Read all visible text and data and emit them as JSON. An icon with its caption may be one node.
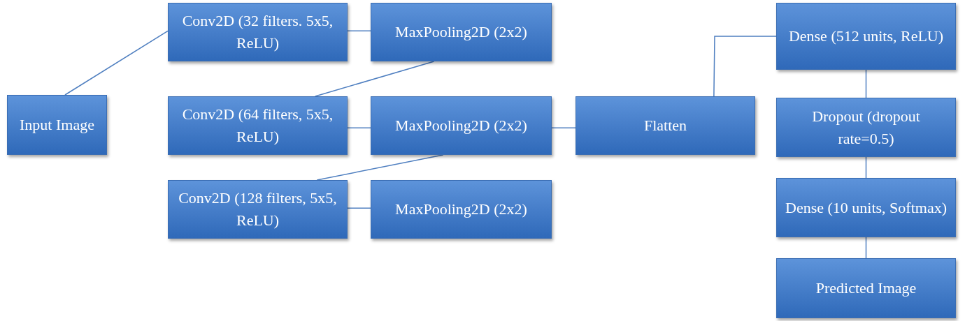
{
  "diagram": {
    "nodes": [
      {
        "text": [
          "Input Image"
        ]
      },
      {
        "text": [
          "Conv2D (32 filters. 5x5, ReLU)"
        ]
      },
      {
        "text": [
          "MaxPooling2D (2x2)"
        ]
      },
      {
        "text": [
          "Conv2D (64 filters, 5x5, ReLU)"
        ]
      },
      {
        "text": [
          "MaxPooling2D (2x2)"
        ]
      },
      {
        "text": [
          "Conv2D (128 filters, 5x5, ReLU)"
        ]
      },
      {
        "text": [
          "MaxPooling2D (2x2)"
        ]
      },
      {
        "text": [
          "Flatten"
        ]
      },
      {
        "text": [
          "Dense (512 units, ReLU)"
        ]
      },
      {
        "text": [
          "Dropout (dropout rate=0.5)"
        ]
      },
      {
        "text": [
          "Dense (10 units, Softmax)"
        ]
      },
      {
        "text": [
          "Predicted Image"
        ]
      }
    ],
    "edges": [
      {
        "from": 0,
        "to": 1,
        "arrow": "none"
      },
      {
        "from": 1,
        "to": 2,
        "arrow": "none"
      },
      {
        "from": 2,
        "to": 3,
        "arrow": "none"
      },
      {
        "from": 3,
        "to": 4,
        "arrow": "none"
      },
      {
        "from": 4,
        "to": 5,
        "arrow": "none"
      },
      {
        "from": 5,
        "to": 6,
        "arrow": "none"
      },
      {
        "from": 4,
        "to": 7,
        "arrow": "none"
      },
      {
        "from": 7,
        "to": 8,
        "arrow": "none"
      },
      {
        "from": 8,
        "to": 9,
        "arrow": "none"
      },
      {
        "from": 9,
        "to": 10,
        "arrow": "none"
      },
      {
        "from": 10,
        "to": 11,
        "arrow": "none"
      }
    ]
  }
}
